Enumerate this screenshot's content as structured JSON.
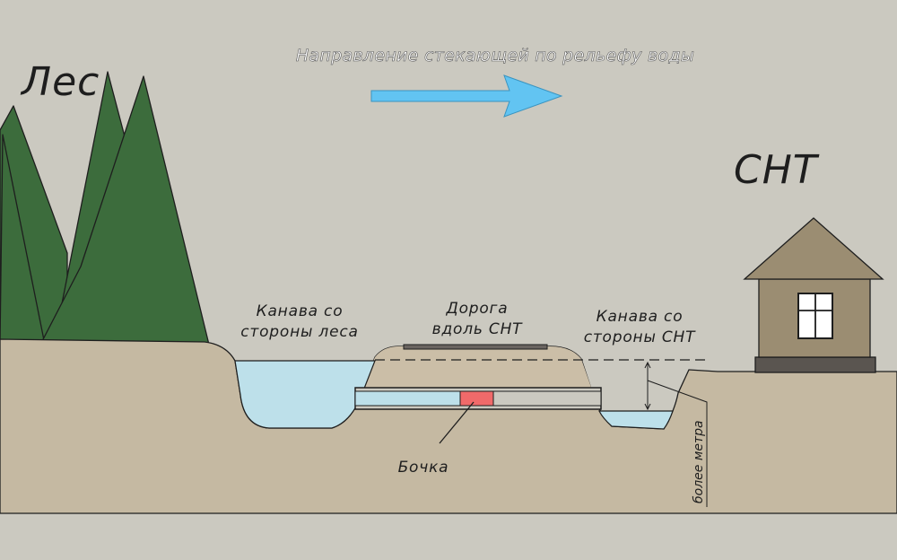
{
  "title": "Направление стекающей по рельефу воды",
  "forest": {
    "label": "Лес"
  },
  "snt": {
    "label": "СНТ"
  },
  "ditch_forest": {
    "line1": "Канава со",
    "line2": "стороны леса"
  },
  "road": {
    "line1": "Дорога",
    "line2": "вдоль СНТ"
  },
  "ditch_snt": {
    "line1": "Канава со",
    "line2": "стороны СНТ"
  },
  "barrel": {
    "label": "Бочка"
  },
  "depth": {
    "label": "более метра"
  },
  "colors": {
    "sky": "#cbc9c0",
    "ground": "#c5b9a2",
    "road_mound": "#cbbea7",
    "water": "#bde0ea",
    "tree": "#3c6c3c",
    "house": "#9b8d72",
    "house_base": "#5a5550",
    "barrel": "#f06a6a",
    "arrow": "#62c4f2"
  },
  "icons": [
    "tree-icon",
    "house-icon",
    "arrow-right-icon",
    "window-icon"
  ]
}
